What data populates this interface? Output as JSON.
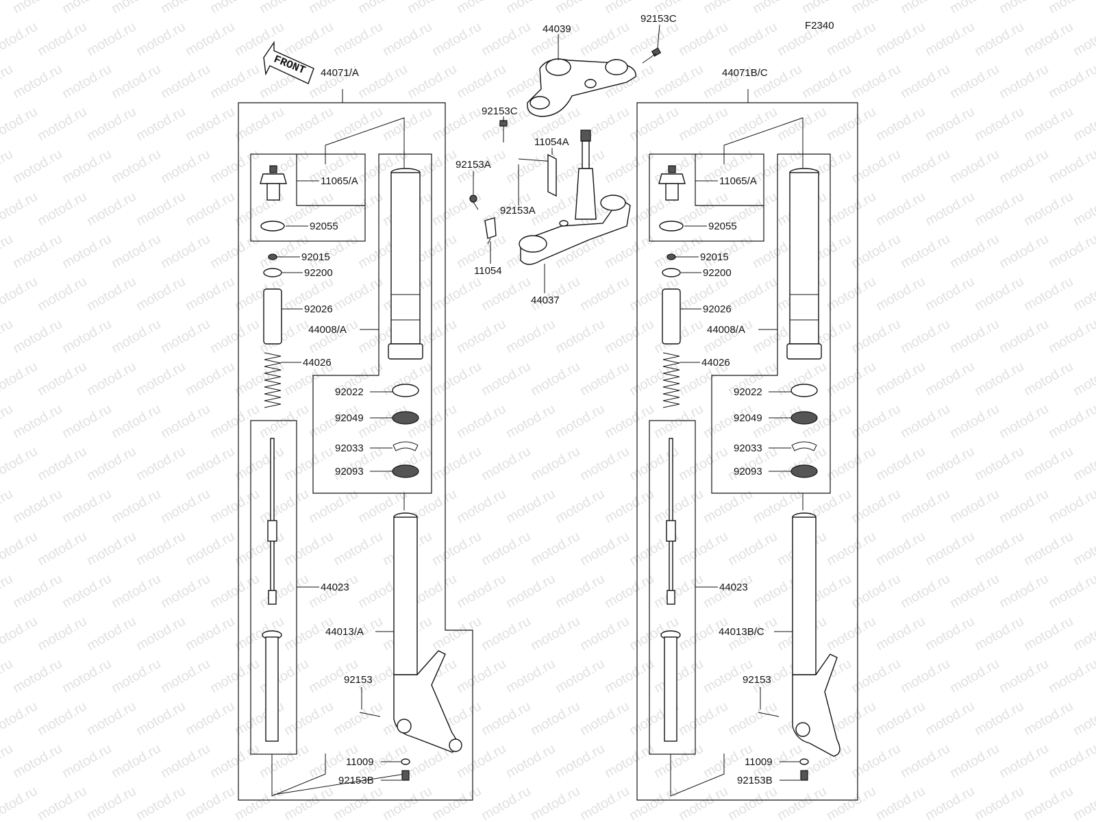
{
  "diagram_code": "F2340",
  "front_label": "FRONT",
  "watermark": "motod.ru",
  "center": {
    "upper_bracket": "44039",
    "bolt_top_right": "92153C",
    "bolt_top_left": "92153C",
    "clamp": "11054A",
    "bolt_left": "92153A",
    "bolt_mid": "92153A",
    "stay": "11054",
    "lower_bracket": "44037"
  },
  "left_fork": {
    "assembly": "44071/A",
    "cap": "11065/A",
    "oring": "92055",
    "nut": "92015",
    "washer": "92200",
    "spacer": "92026",
    "spring": "44026",
    "outer_tube": "44008/A",
    "bushing": "92022",
    "oil_seal": "92049",
    "circlip": "92033",
    "dust_seal": "92093",
    "cartridge": "44023",
    "inner_tube": "44013/A",
    "axle_bolt": "92153",
    "gasket": "11009",
    "bottom_bolt": "92153B"
  },
  "right_fork": {
    "assembly": "44071B/C",
    "cap": "11065/A",
    "oring": "92055",
    "nut": "92015",
    "washer": "92200",
    "spacer": "92026",
    "spring": "44026",
    "outer_tube": "44008/A",
    "bushing": "92022",
    "oil_seal": "92049",
    "circlip": "92033",
    "dust_seal": "92093",
    "cartridge": "44023",
    "inner_tube": "44013B/C",
    "axle_bolt": "92153",
    "gasket": "11009",
    "bottom_bolt": "92153B"
  }
}
